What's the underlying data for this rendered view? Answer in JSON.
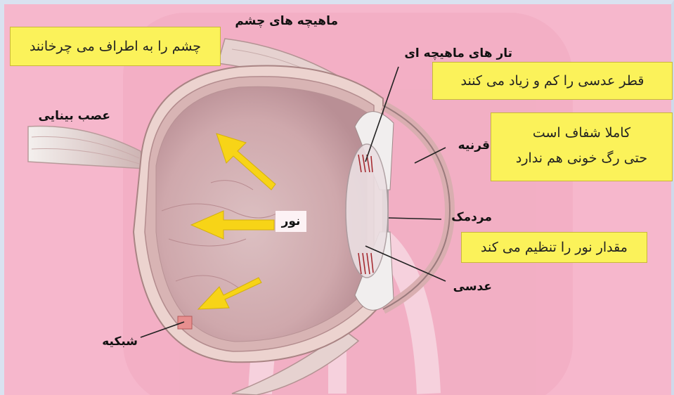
{
  "labels": {
    "eye_muscles": "ماهیچه های چشم",
    "muscle_fibers": "تار های ماهیچه ای",
    "optic_nerve": "عصب بینایی",
    "cornea": "قرنیه",
    "pupil": "مردمک",
    "lens": "عدسی",
    "retina": "شبکیه",
    "light": "نور"
  },
  "notes": {
    "muscles_rotate": "چشم را به اطراف می چرخانند",
    "lens_diameter": "قطر عدسی را کم و زیاد می کنند",
    "cornea_line1": "کاملا شفاف است",
    "cornea_line2": "حتی رگ خونی هم ندارد",
    "pupil_light": "مقدار نور را تنظیم می کند"
  },
  "colors": {
    "background": "#f6b7cc",
    "note_fill": "#fbf25a",
    "arrow": "#f7d417",
    "eye_interior": "#cfa9ad",
    "sclera": "#e9c6c2"
  }
}
